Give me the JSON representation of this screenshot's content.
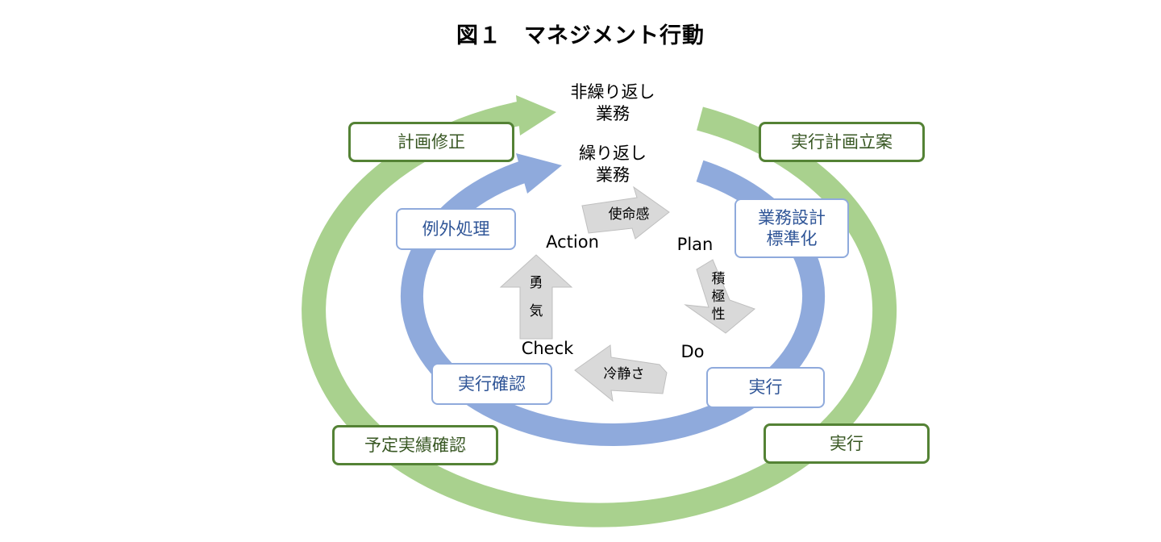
{
  "title": "図１　マネジメント行動",
  "center": {
    "non_routine": "非繰り返し\n業務",
    "routine": "繰り返し\n業務"
  },
  "outer_boxes": {
    "top_left": "計画修正",
    "top_right": "実行計画立案",
    "bottom_left": "予定実績確認",
    "bottom_right": "実行"
  },
  "inner_boxes": {
    "top_left": "例外処理",
    "top_right": "業務設計\n標準化",
    "bottom_left": "実行確認",
    "bottom_right": "実行"
  },
  "pdca": {
    "plan": "Plan",
    "do": "Do",
    "check": "Check",
    "action": "Action"
  },
  "arrows": {
    "action_to_plan": "使命感",
    "plan_to_do": "積\n極\n性",
    "do_to_check": "冷静さ",
    "check_to_action": "勇\n気"
  },
  "colors": {
    "outer_ring": "#a9d18e",
    "inner_ring": "#8faadc",
    "pdca_arrow": "#d9d9d9"
  }
}
